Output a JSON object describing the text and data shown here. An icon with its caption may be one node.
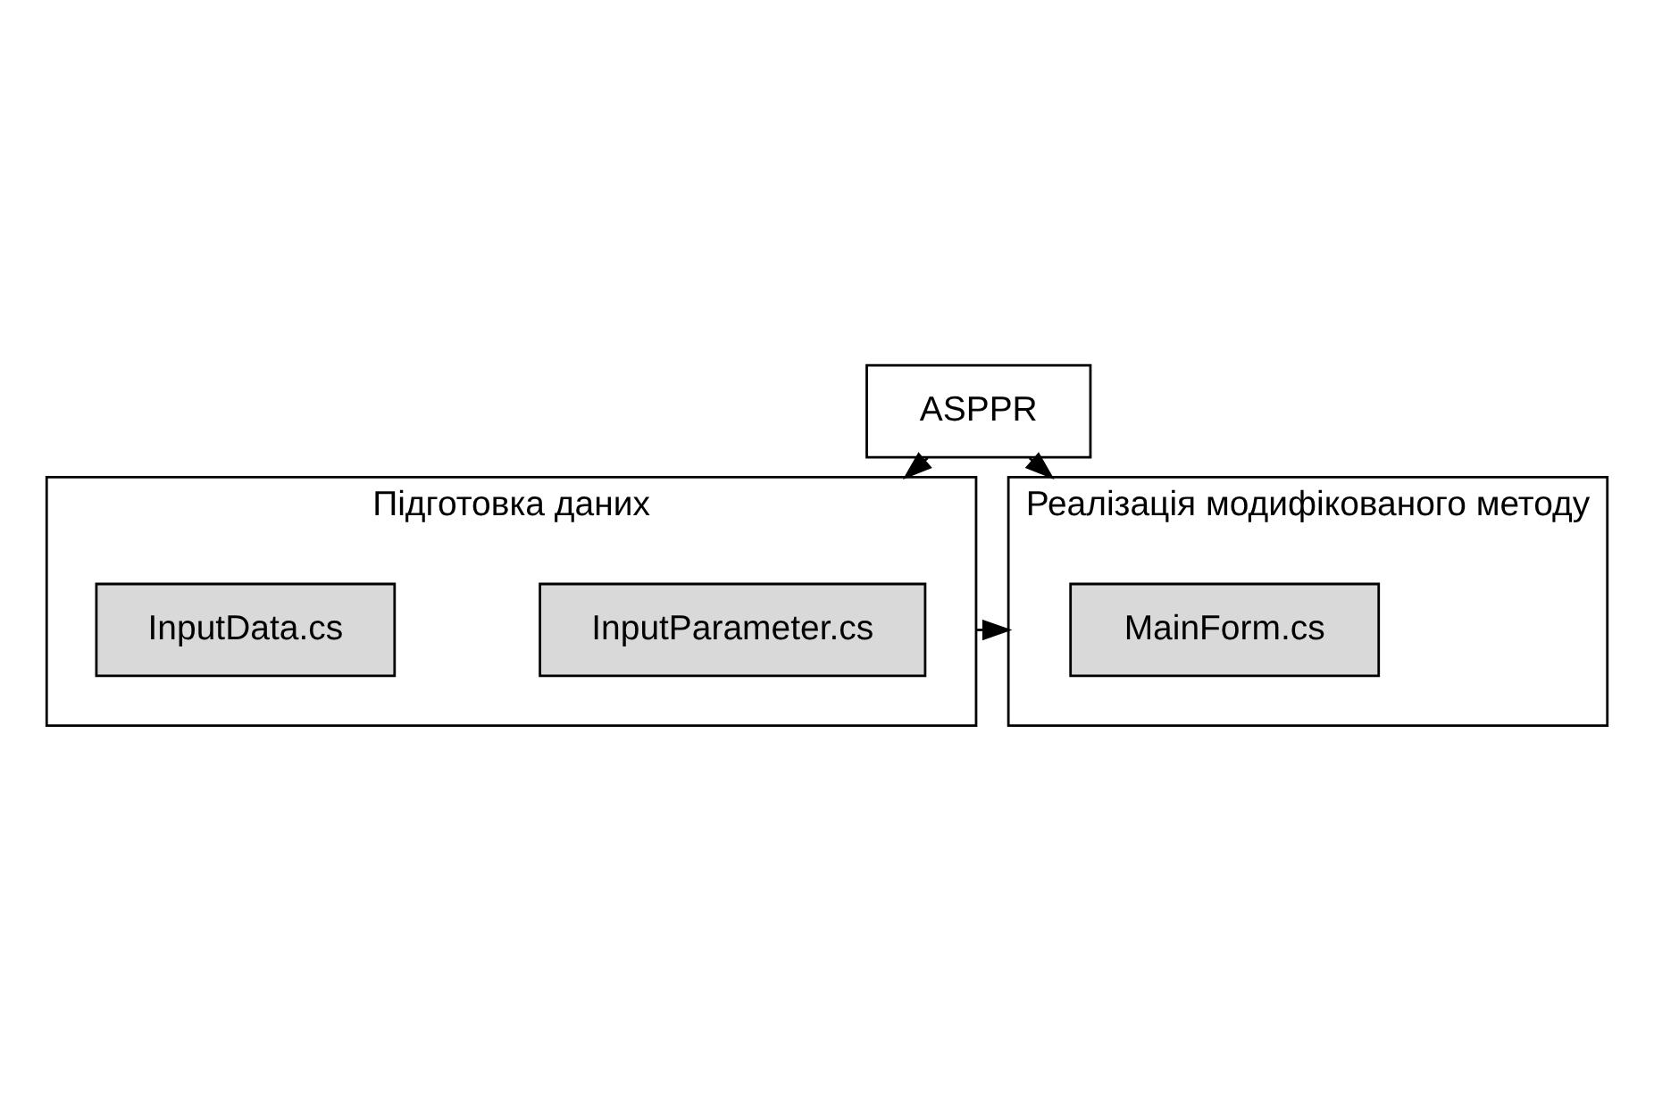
{
  "diagram": {
    "nodes": [
      {
        "text": [
          "ASPPR"
        ]
      },
      {
        "text": [
          "Підготовка даних"
        ]
      },
      {
        "text": [
          "InputParameter.cs"
        ],
        "in": 1
      },
      {
        "text": [
          "InputData.cs"
        ],
        "in": 1
      },
      {
        "text": [
          "Реалізація модифікованого методу"
        ]
      },
      {
        "text": [
          "MainForm.cs"
        ],
        "in": 4
      }
    ],
    "edges": [
      {
        "from": 0,
        "to": 1,
        "arrow": "to"
      },
      {
        "from": 0,
        "to": 4,
        "arrow": "to"
      },
      {
        "from": 1,
        "to": 4,
        "arrow": "to"
      }
    ]
  }
}
